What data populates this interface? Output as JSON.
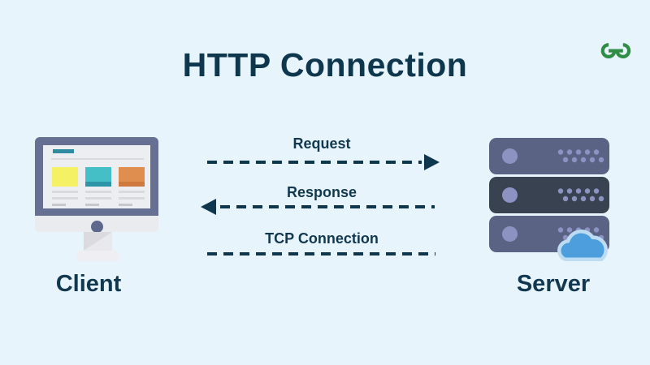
{
  "title": "HTTP Connection",
  "logo": {
    "name": "geeksforgeeks-logo"
  },
  "client": {
    "label": "Client"
  },
  "server": {
    "label": "Server",
    "units": 3
  },
  "arrows": {
    "request": {
      "label": "Request",
      "direction": "right"
    },
    "response": {
      "label": "Response",
      "direction": "left"
    },
    "tcp": {
      "label": "TCP Connection",
      "direction": "none"
    }
  },
  "palette": {
    "background": "#E7F4FC",
    "navy_text": "#0E374E",
    "logo_green": "#2F8D46",
    "monitor_frame": "#667093",
    "screen": "#EDEEF2",
    "card_yellow": "#F5F164",
    "card_teal": "#44BFC6",
    "card_orange": "#E08D50",
    "server_slate": "#5B6384",
    "server_dark": "#394250",
    "server_accent": "#8C93C3",
    "cloud_fill": "#4C9EDC",
    "cloud_outline": "#BDDCF2"
  }
}
